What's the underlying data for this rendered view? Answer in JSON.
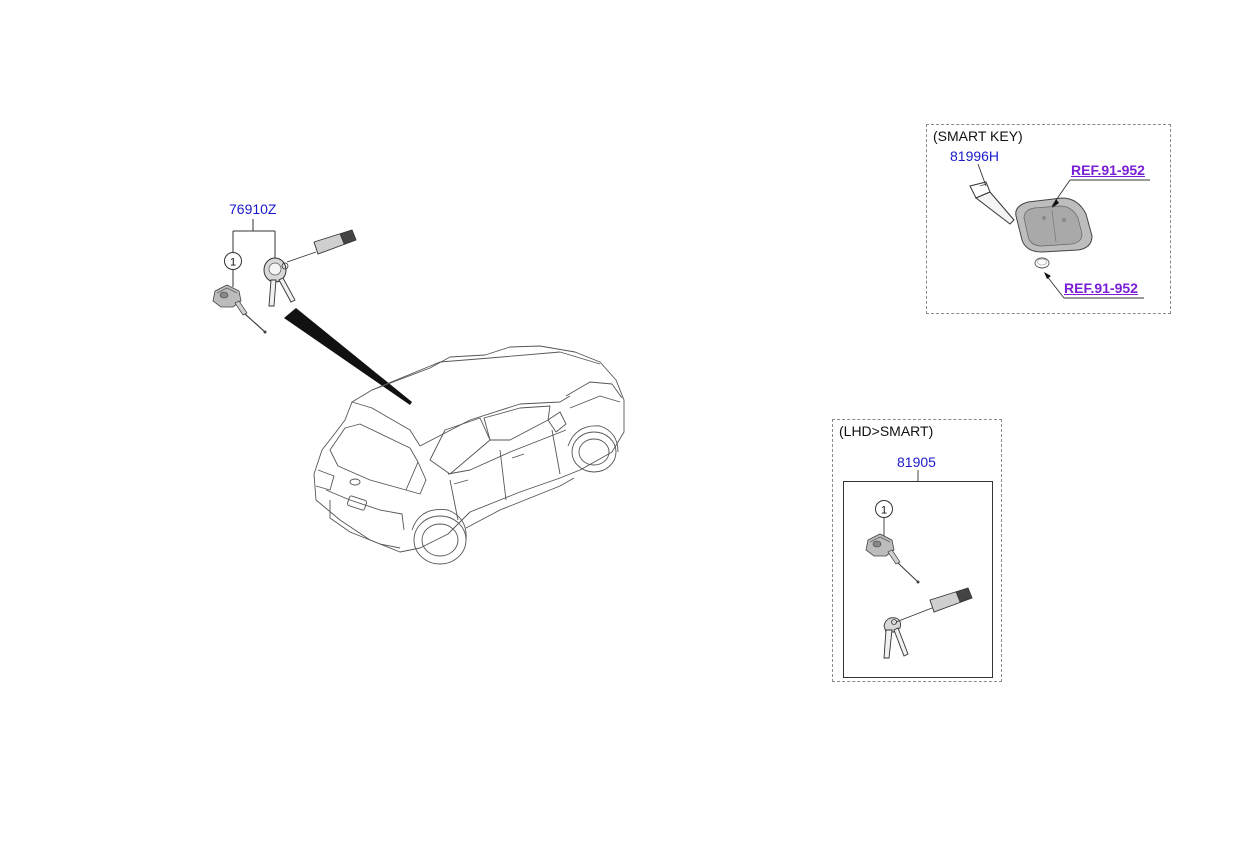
{
  "main_assembly": {
    "part_number": "76910Z",
    "callout": "1"
  },
  "smart_key_box": {
    "title": "(SMART KEY)",
    "part_number": "81996H",
    "ref_fob": "REF.91-952",
    "ref_battery": "REF.91-952"
  },
  "lhd_smart_box": {
    "title": "(LHD>SMART)",
    "part_number": "81905",
    "callout": "1"
  },
  "icons": [
    "lock-cylinder-icon",
    "key-icon",
    "key-tag-icon",
    "smart-key-fob-icon",
    "emergency-key-icon",
    "coin-battery-icon",
    "vehicle-illustration"
  ],
  "colors": {
    "part_number": "#1a1acc",
    "reference": "#7a1fd6",
    "line": "#333333"
  }
}
